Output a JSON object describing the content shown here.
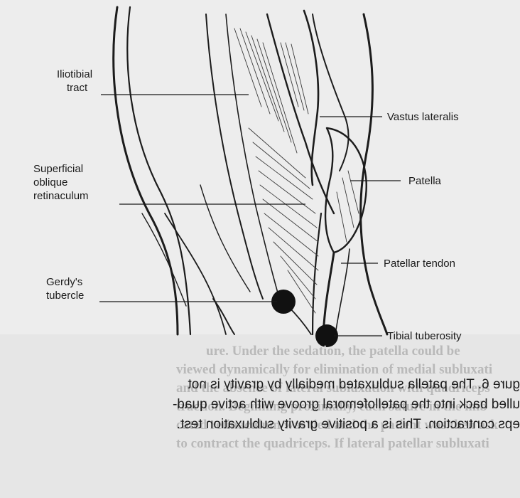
{
  "labels": {
    "iliotibial_tract": [
      "Iliotibial",
      "tract"
    ],
    "superficial_oblique_retinaculum": [
      "Superficial",
      "oblique",
      "retinaculum"
    ],
    "gerdys_tubercle": [
      "Gerdy's",
      "tubercle"
    ],
    "vastus_lateralis": "Vastus lateralis",
    "patella": "Patella",
    "patellar_tendon": "Patellar tendon",
    "tibial_tuberosity": "Tibial tuberosity"
  },
  "bleed_through_text": [
    "ure. Under the sedation, the patella could be",
    "viewed dynamically for elimination of medial subluxati",
    "and the absence of lateral subluxation with quadriceps",
    "traction. Beginning proximally, each suture in the imb",
    "cated retinaculum was tied and the patient was then ask",
    "to contract the quadriceps. If lateral patellar subluxati"
  ],
  "mirrored_caption": [
    "gure 6. The patella subluxated medially by gravity is not",
    "ulled back into the patellofemoral groove with active quad-",
    "eps contraction. This is a positive gravity subluxation test."
  ],
  "colors": {
    "ink": "#1a1a1a",
    "paper": "#f2f2f2",
    "faint": "#b9b9b9"
  }
}
